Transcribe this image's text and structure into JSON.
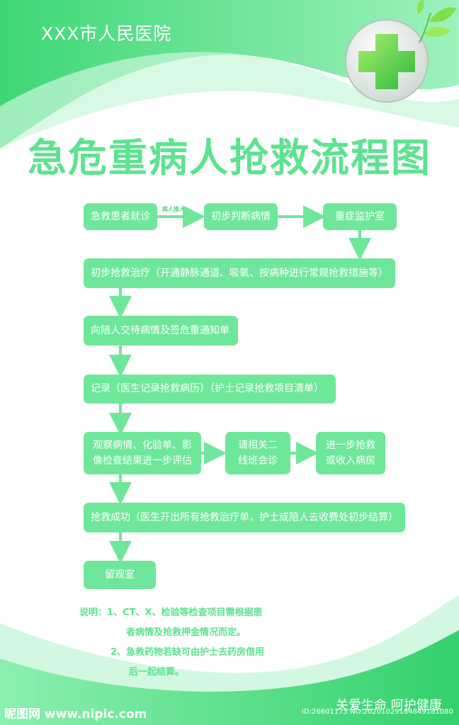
{
  "header": {
    "hospital_name": "XXX市人民医院",
    "title": "急危重病人抢救流程图"
  },
  "flow": {
    "step1": "急救患者就诊",
    "edge_label": "病人接入",
    "step2": "初步判断病情",
    "step3": "重症监护室",
    "step4": "初步抢救治疗（开通静脉通道、吸氧、按病种进行常规抢救措施等）",
    "step5": "向陪人交待病情及签危重通知单",
    "step6": "记录（医生记录抢救病历）（护士记录抢救项目清单）",
    "step7_line1": "观察病情、化验单、影",
    "step7_line2": "像检查结果进一步评估",
    "step8_line1": "请相关二",
    "step8_line2": "线班会诊",
    "step9_line1": "进一步抢救",
    "step9_line2": "或收入病房",
    "step10": "抢救成功（医生开出所有抢救治疗单，护士或陪人去收费处初步结算）",
    "step11": "留观室"
  },
  "notes": {
    "line1": "说明：1、CT、X、检验等检查项目需根据患",
    "line2": "者病情及抢救押金情况而定。",
    "line3": "2、急救药物若缺可由护士去药房借用",
    "line4": "后一起结算。"
  },
  "footer": {
    "watermark": "昵图网 www.nipic.com",
    "slogan": "关爱生命  呵护健康",
    "image_id": "ID:26601175 NO:20201029184849181080"
  },
  "colors": {
    "primary_green": "#6fe79a",
    "title_green": "#5de38f",
    "arrow_green": "#6fe79a"
  },
  "icons": {
    "logo": "medical-cross-icon",
    "leaves": "leaf-icon"
  }
}
